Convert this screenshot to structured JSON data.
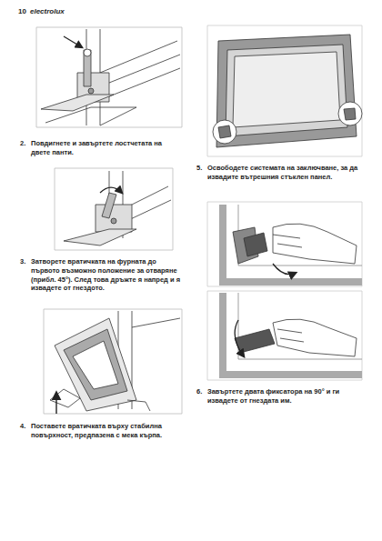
{
  "diagram": {
    "labels": [
      "10",
      "electrolux",
      "2.",
      "Повдигнете и завъртете лостчетата на двете панти.",
      "3.",
      "Затворете вратичката на фурната до първото възможно положение за отваряне (прибл. 45°). След това дръжте я напред и я извадете от гнездото.",
      "4.",
      "Поставете вратичката върху стабилна повърхност, предпазена с мека кърпа.",
      "5.",
      "Освободете системата на заключване, за да извадите вътрешния стъклен панел.",
      "6.",
      "Завъртете двата фиксатора на 90° и ги извадете от гнездата им."
    ]
  }
}
